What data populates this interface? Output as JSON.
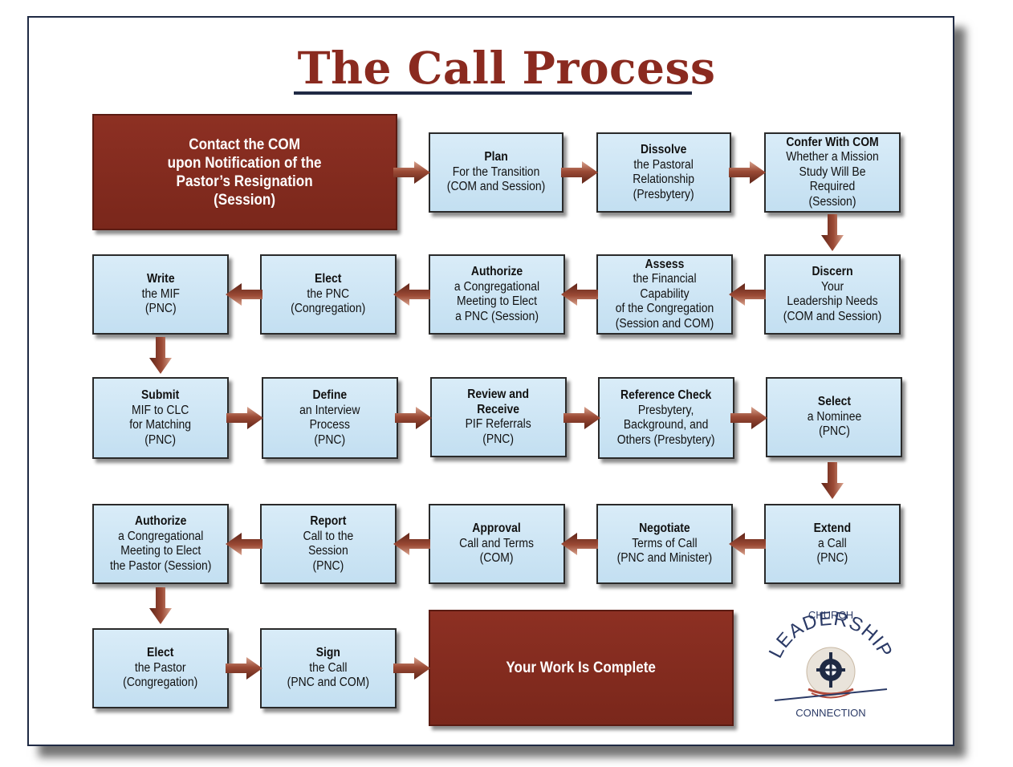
{
  "title": "The Call Process",
  "steps": [
    {
      "id": "contact-com",
      "head": "Contact the COM\nupon Notification of the\nPastor’s Resignation\n(Session)",
      "body": ""
    },
    {
      "id": "plan",
      "head": "Plan",
      "body": "For the Transition\n(COM and Session)"
    },
    {
      "id": "dissolve",
      "head": "Dissolve",
      "body": "the Pastoral\nRelationship\n(Presbytery)"
    },
    {
      "id": "confer",
      "head": "Confer With COM",
      "body": "Whether a Mission\nStudy Will Be Required\n(Session)"
    },
    {
      "id": "discern",
      "head": "Discern",
      "body": "Your\nLeadership Needs\n(COM and Session)"
    },
    {
      "id": "assess",
      "head": "Assess",
      "body": "the Financial Capability\nof the Congregation\n(Session and COM)"
    },
    {
      "id": "authorize-pnc",
      "head": "Authorize",
      "body": "a Congregational\nMeeting to Elect\na PNC (Session)"
    },
    {
      "id": "elect-pnc",
      "head": "Elect",
      "body": "the PNC\n(Congregation)"
    },
    {
      "id": "write-mif",
      "head": "Write",
      "body": "the MIF\n(PNC)"
    },
    {
      "id": "submit-mif",
      "head": "Submit",
      "body": "MIF to CLC\nfor Matching\n(PNC)"
    },
    {
      "id": "define",
      "head": "Define",
      "body": "an Interview\nProcess\n(PNC)"
    },
    {
      "id": "review",
      "head": "Review and\nReceive",
      "body": "PIF Referrals\n(PNC)"
    },
    {
      "id": "reference",
      "head": "Reference Check",
      "body": "Presbytery,\nBackground, and\nOthers (Presbytery)"
    },
    {
      "id": "select",
      "head": "Select",
      "body": "a Nominee\n(PNC)"
    },
    {
      "id": "extend",
      "head": "Extend",
      "body": "a Call\n(PNC)"
    },
    {
      "id": "negotiate",
      "head": "Negotiate",
      "body": "Terms of Call\n(PNC and Minister)"
    },
    {
      "id": "approval",
      "head": "Approval",
      "body": "Call and Terms\n(COM)"
    },
    {
      "id": "report",
      "head": "Report",
      "body": "Call to the\nSession\n(PNC)"
    },
    {
      "id": "authorize-pastor",
      "head": "Authorize",
      "body": "a Congregational\nMeeting to Elect\nthe Pastor (Session)"
    },
    {
      "id": "elect-pastor",
      "head": "Elect",
      "body": "the Pastor\n(Congregation)"
    },
    {
      "id": "sign",
      "head": "Sign",
      "body": "the Call\n(PNC and COM)"
    },
    {
      "id": "complete",
      "head": "Your Work Is Complete",
      "body": ""
    }
  ],
  "logo": {
    "top": "CHURCH",
    "middle": "LEADERSHIP",
    "bottom": "CONNECTION"
  },
  "colors": {
    "accent_red": "#8a2a1f",
    "box_blue": "#c9e3f4",
    "navy": "#1f2a44",
    "arrow_brown": "#7a3a2a"
  }
}
